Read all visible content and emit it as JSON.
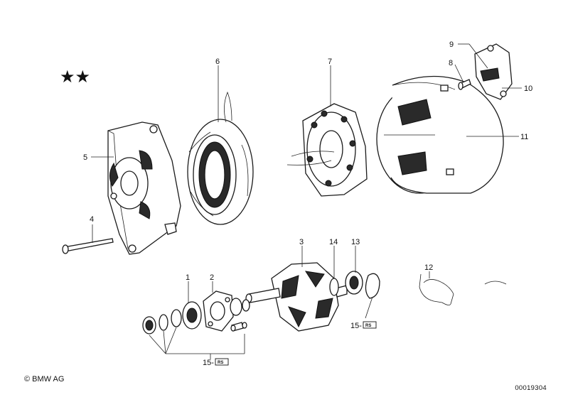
{
  "diagram": {
    "marker": "★★",
    "labels": {
      "p1": "1",
      "p2": "2",
      "p3": "3",
      "p4": "4",
      "p5": "5",
      "p6": "6",
      "p7": "7",
      "p8": "8",
      "p9": "9",
      "p10": "10",
      "p11": "11",
      "p12": "12",
      "p13": "13",
      "p14": "14",
      "p15a": "15-",
      "p15b": "15-",
      "rs": "RS"
    },
    "copyright": "© BMW AG",
    "part_id": "00019304"
  }
}
